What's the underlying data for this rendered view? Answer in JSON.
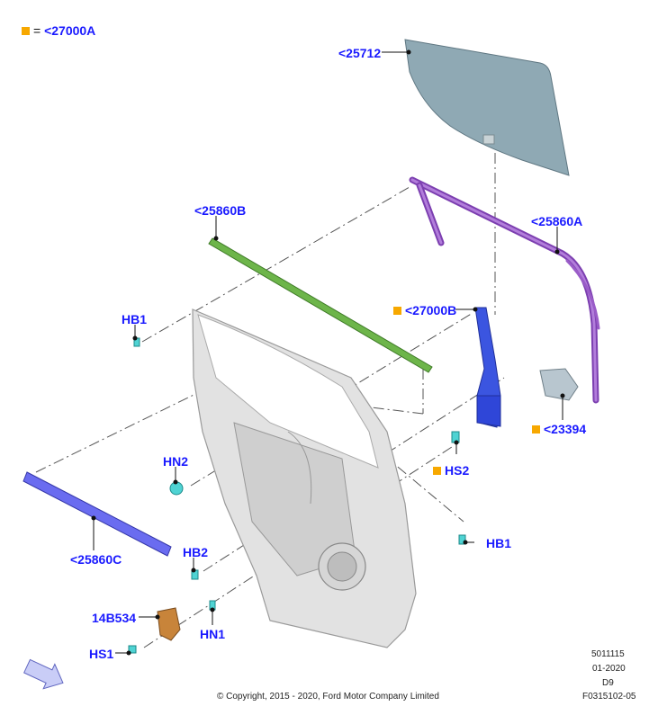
{
  "legend": {
    "equals": "=",
    "code": "<27000A",
    "marker_color": "#f7a800"
  },
  "callouts": {
    "glass": "<25712",
    "run_channel_upper": "<25860A",
    "belt_outer": "<25860B",
    "belt_inner": "<25860C",
    "regulator": "<27000B",
    "motor": "<23394",
    "hb1_left": "HB1",
    "hb1_right": "HB1",
    "hn2": "HN2",
    "hb2": "HB2",
    "hs2": "HS2",
    "speaker_bracket": "14B534",
    "hn1": "HN1",
    "hs1": "HS1"
  },
  "footer": {
    "copyright": "© Copyright, 2015 - 2020, Ford Motor Company Limited",
    "code1": "5011115",
    "date": "01-2020",
    "model": "D9",
    "figure": "F0315102-05"
  },
  "colors": {
    "callout_text": "#1a1aff",
    "glass": "#8fa9b4",
    "run_channel": "#9a5cc8",
    "belt_outer": "#6db54a",
    "belt_inner": "#6a6cf0",
    "regulator": "#2f46d8",
    "door": "#d9d9d9",
    "clips": "#4fd3d3",
    "bracket": "#c8843a"
  }
}
